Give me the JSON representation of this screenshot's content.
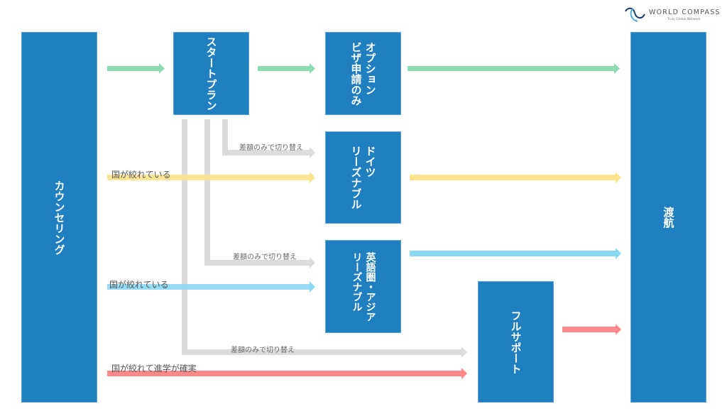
{
  "logo": {
    "name": "WORLD COMPASS",
    "tagline": "Truly Global Network",
    "icon": "compass-swirl-icon"
  },
  "colors": {
    "box_fill": "#1f7fbf",
    "green_arrow": "#8ddbb0",
    "yellow_arrow": "#fde28c",
    "blue_arrow": "#8bd8f5",
    "red_arrow": "#fd8a8a",
    "gray_connector": "#dcdcdc"
  },
  "nodes": {
    "counseling": {
      "label": "カウンセリング"
    },
    "start_plan": {
      "label": "スタートプラン"
    },
    "option_visa": {
      "lines": [
        "オプション",
        "ビザ申請のみ"
      ]
    },
    "germany": {
      "lines": [
        "ドイツ",
        "リーズナブル"
      ]
    },
    "english_asia": {
      "lines": [
        "英語圏・アジア",
        "リーズナブル"
      ]
    },
    "full_support": {
      "label": "フルサポート"
    },
    "departure": {
      "label": "渡航"
    }
  },
  "edge_labels": {
    "switch_1": "差額のみで切り替え",
    "switch_2": "差額のみで切り替え",
    "switch_3": "差額のみで切り替え",
    "country_decided_1": "国が絞れている",
    "country_decided_2": "国が絞れている",
    "country_and_study": "国が絞れて進学が確実"
  }
}
